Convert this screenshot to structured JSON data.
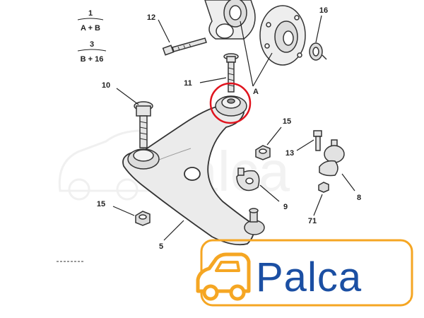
{
  "legend": [
    {
      "top": "1",
      "bottom": "A + B"
    },
    {
      "top": "3",
      "bottom": "B + 16"
    }
  ],
  "labels": {
    "p5": "5",
    "p8": "8",
    "p9": "9",
    "p10": "10",
    "p11": "11",
    "p12": "12",
    "p13": "13",
    "p15a": "15",
    "p15b": "15",
    "p16": "16",
    "p71": "71",
    "pA": "A"
  },
  "logo": {
    "text": "Palca",
    "brand_color": "#1b4fa3",
    "accent_color": "#f5a623"
  },
  "colors": {
    "highlight_circle": "#e0141e",
    "line_art": "#333333",
    "part_fill": "#e9e9e9"
  }
}
